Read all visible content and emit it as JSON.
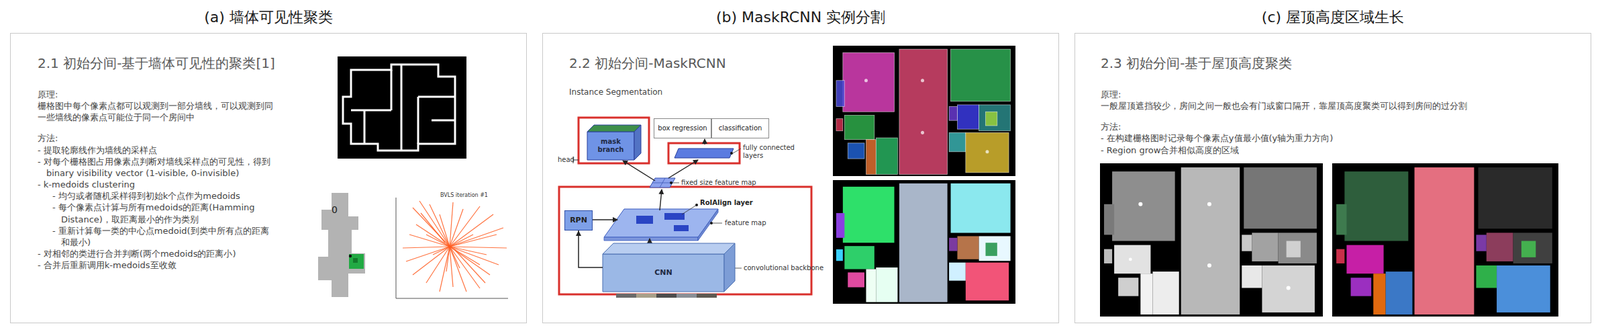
{
  "diagram": {
    "nodes": [
      {
        "text": [
          "(a) 墙体可见性聚类",
          "2.1 初始分间-基于墙体可见性的聚类[1]",
          "原理:",
          "栅格图中每个像素点都可以观测到一部分墙线，可以观测到同一些墙线的像素点可能位于同一个房间中",
          "方法:",
          "- 提取轮廓线作为墙线的采样点",
          "- 对每个栅格图占用像素点判断对墙线采样点的可见性，得到binary visibility vector (1-visible, 0-invisible)",
          "- k-medoids clustering",
          "- 均匀或者随机采样得到初始k个点作为medoids",
          "- 每个像素点计算与所有medoids的距离(Hamming Distance)，取距离最小的作为类别",
          "- 重新计算每一类的中心点medoid(到类中所有点的距离和最小)",
          "- 对相邻的类进行合并判断(两个medoids的距离小)",
          "- 合并后重新调用k-medoids至收敛"
        ]
      },
      {
        "text": [
          "(b) MaskRCNN 实例分割",
          "2.2 初始分间-MaskRCNN",
          "Instance Segmentation"
        ]
      },
      {
        "text": [
          "box regression"
        ],
        "in": 1
      },
      {
        "text": [
          "classification"
        ],
        "in": 1
      },
      {
        "text": [
          "mask branch"
        ],
        "in": 1
      },
      {
        "text": [
          "RPN"
        ],
        "in": 1
      },
      {
        "text": [
          "CNN"
        ],
        "in": 1
      },
      {
        "text": [
          "(c) 屋顶高度区域生长",
          "2.3 初始分间-基于屋顶高度聚类",
          "原理:",
          "一般屋顶遮挡较少，房间之间一般也会有门或窗口隔开，靠屋顶高度聚类可以得到房间的过分割",
          "方法:",
          "- 在构建栅格图时记录每个像素点y值最小值(y轴为重力方向)",
          "- Region grow合并相似高度的区域"
        ]
      }
    ],
    "edges": [
      {
        "from": 6,
        "to": 5,
        "arrow": "to"
      }
    ],
    "labels": [
      "0",
      "BVLS iteration #1",
      "head",
      "fully connected layers",
      "fixed size feature map",
      "RoIAlign layer",
      "feature map",
      "convolutional backbone"
    ]
  }
}
